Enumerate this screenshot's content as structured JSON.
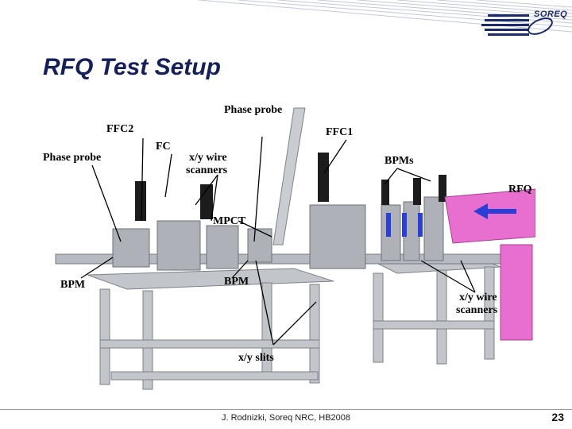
{
  "header": {
    "logo_text": "SOREQ",
    "title": "RFQ Test Setup"
  },
  "figure": {
    "labels": {
      "phase_probe_top": "Phase probe",
      "ffc2": "FFC2",
      "fc": "FC",
      "ffc1": "FFC1",
      "phase_probe_left": "Phase probe",
      "xy_wire_scanners_1": "x/y wire",
      "xy_wire_scanners_2": "scanners",
      "bpms": "BPMs",
      "rfq": "RFQ",
      "mpct": "MPCT",
      "bpm_left": "BPM",
      "bpm_center": "BPM",
      "xy_wire_scanners_right_1": "x/y wire",
      "xy_wire_scanners_right_2": "scanners",
      "xy_slits": "x/y slits"
    }
  },
  "footer": {
    "citation": "J. Rodnizki, Soreq NRC, HB2008",
    "page_number": "23"
  },
  "colors": {
    "title": "#13205c",
    "stripes": "#b9bedc",
    "machine_gray": "#b4b7bd",
    "rfq_pink": "#e86ed0",
    "beam_blue": "#2a3fd6"
  }
}
